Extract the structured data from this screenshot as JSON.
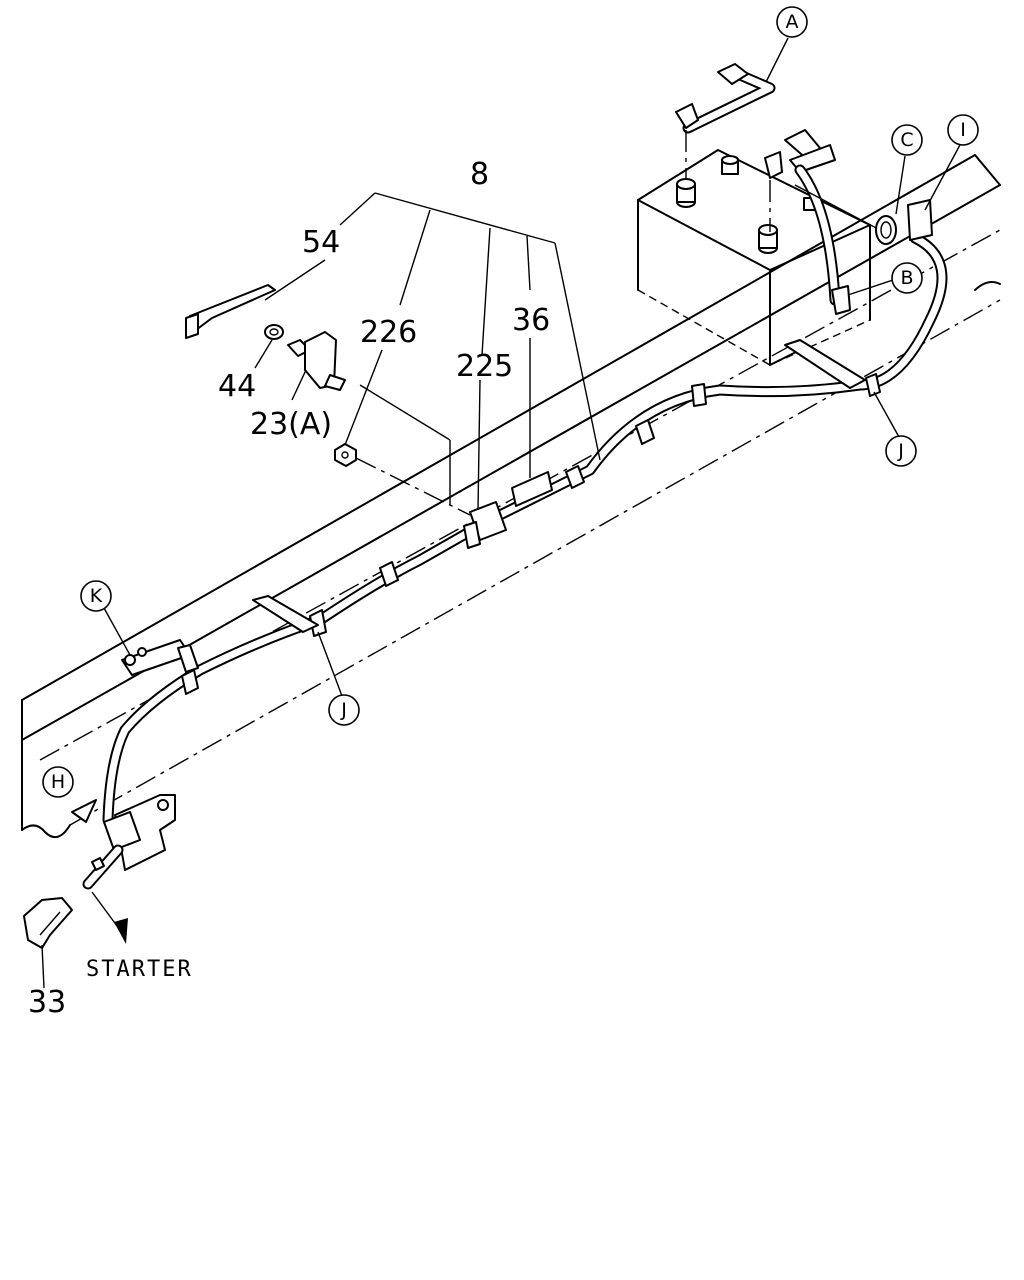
{
  "callouts": {
    "p8": "8",
    "p54": "54",
    "p226": "226",
    "p225": "225",
    "p36": "36",
    "p44": "44",
    "p23": "23(A)",
    "p33": "33"
  },
  "refs": {
    "a": "A",
    "b": "B",
    "c": "C",
    "i": "I",
    "j1": "J",
    "j2": "J",
    "k": "K",
    "h": "H"
  },
  "annotations": {
    "starter": "STARTER"
  }
}
